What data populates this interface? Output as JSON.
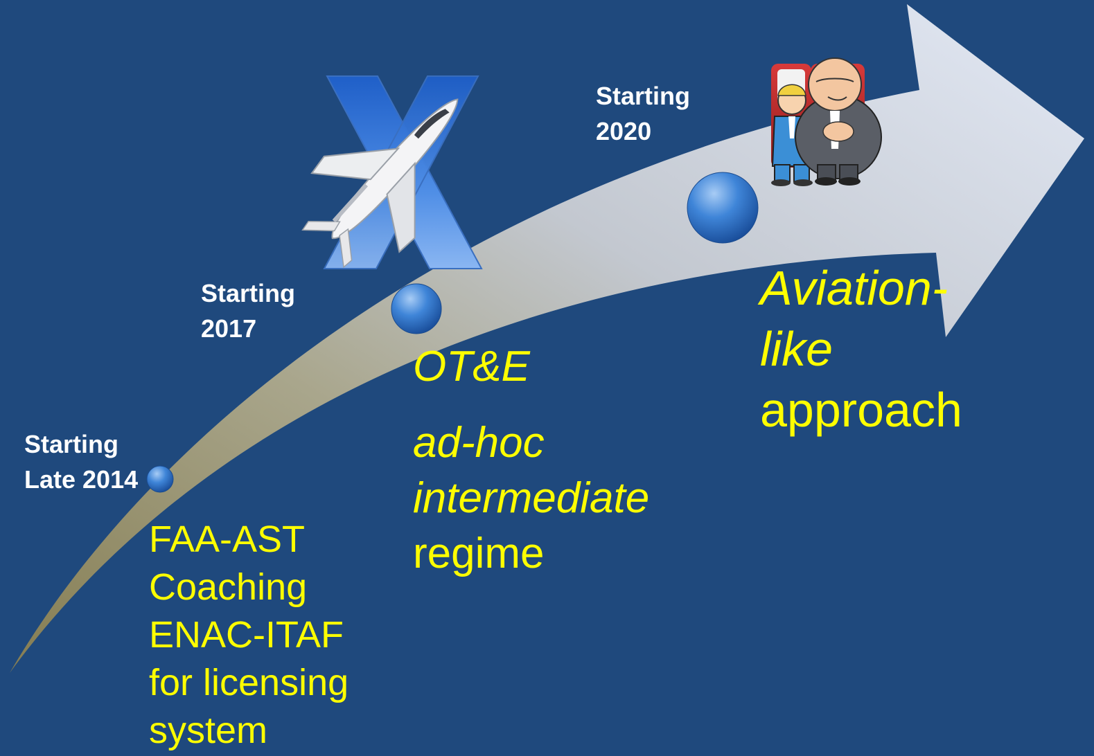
{
  "milestones": [
    {
      "label_line1": "Starting",
      "label_line2": "Late 2014",
      "desc_lines": [
        "FAA-AST",
        "Coaching",
        "ENAC-ITAF",
        "for licensing",
        "system"
      ]
    },
    {
      "label_line1": "Starting",
      "label_line2": "2017",
      "desc_italic_1": "OT&E",
      "desc_italic_2": "ad-hoc",
      "desc_italic_3": "intermediate",
      "desc_plain": "regime"
    },
    {
      "label_line1": "Starting",
      "label_line2": "2020",
      "desc_italic_1": "Aviation-",
      "desc_italic_2": "like",
      "desc_plain": "approach"
    }
  ],
  "colors": {
    "background": "#1f497d",
    "label_text": "#ffffff",
    "description_text": "#ffff00",
    "arrow_light": "#d6dff0",
    "arrow_dark": "#8c8560",
    "dot": "#3c7fd4"
  },
  "icons": [
    "spaceplane-icon",
    "x-letter-logo",
    "passengers-cartoon-icon"
  ]
}
